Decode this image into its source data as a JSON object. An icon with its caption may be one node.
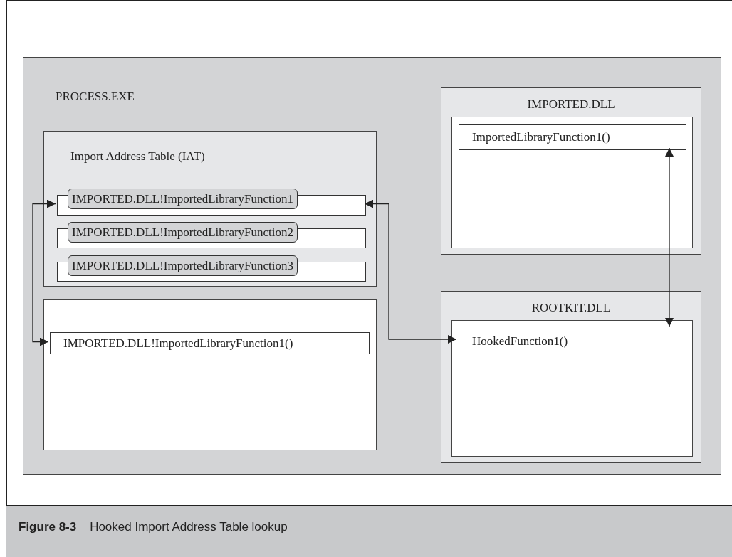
{
  "diagram": {
    "caption": "**Figure 8-3**    Hooked Import Address Table lookup",
    "nodes": [
      {
        "text": [
          "PROCESS.EXE"
        ]
      },
      {
        "text": [
          "Import Address Table (IAT)"
        ],
        "in": 0
      },
      {
        "text": [
          "IMPORTED.DLL!ImportedLibraryFunction1"
        ],
        "in": 1
      },
      {
        "text": [
          "IMPORTED.DLL!ImportedLibraryFunction2"
        ],
        "in": 1
      },
      {
        "text": [
          "IMPORTED.DLL!ImportedLibraryFunction3"
        ],
        "in": 1
      },
      {
        "text": [],
        "shape": "box",
        "in": 0
      },
      {
        "text": [
          "IMPORTED.DLL!ImportedLibraryFunction1()"
        ],
        "in": 5
      },
      {
        "text": [
          "IMPORTED.DLL"
        ],
        "in": 0
      },
      {
        "text": [],
        "shape": "box",
        "in": 7
      },
      {
        "text": [
          "ImportedLibraryFunction1()"
        ],
        "in": 8
      },
      {
        "text": [
          "ROOTKIT.DLL"
        ],
        "in": 0
      },
      {
        "text": [],
        "shape": "box",
        "in": 10
      },
      {
        "text": [
          "HookedFunction1()"
        ],
        "in": 11
      }
    ],
    "edges": [
      {
        "from": 6,
        "to": 2,
        "arrow": "both"
      },
      {
        "from": 12,
        "to": 2,
        "arrow": "both"
      },
      {
        "from": 9,
        "to": 12,
        "arrow": "both"
      }
    ]
  }
}
